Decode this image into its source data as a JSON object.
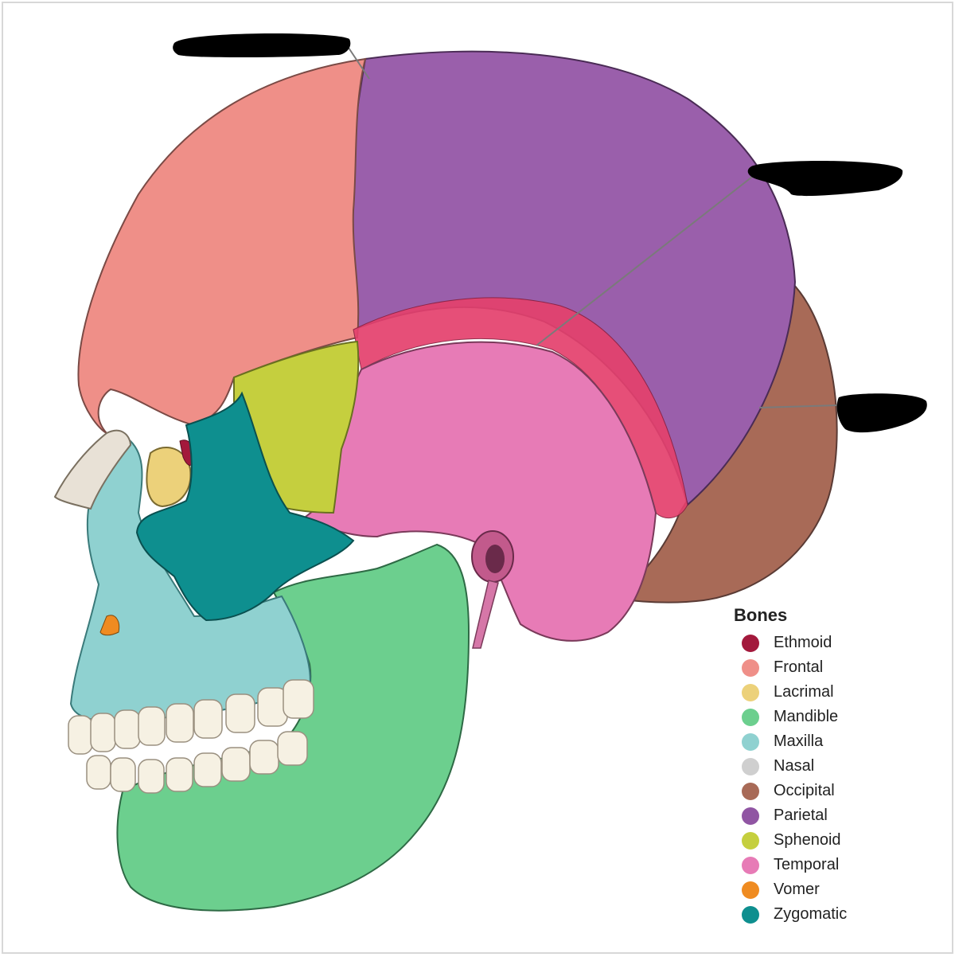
{
  "legend": {
    "title": "Bones",
    "items": [
      {
        "label": "Ethmoid",
        "color": "#a3193c"
      },
      {
        "label": "Frontal",
        "color": "#ef8f88"
      },
      {
        "label": "Lacrimal",
        "color": "#ecd17a"
      },
      {
        "label": "Mandible",
        "color": "#6ccf8e"
      },
      {
        "label": "Maxilla",
        "color": "#8fd1d0"
      },
      {
        "label": "Nasal",
        "color": "#cfcfcf"
      },
      {
        "label": "Occipital",
        "color": "#a86a57"
      },
      {
        "label": "Parietal",
        "color": "#9055a3"
      },
      {
        "label": "Sphenoid",
        "color": "#c5cf3e"
      },
      {
        "label": "Temporal",
        "color": "#e77bb6"
      },
      {
        "label": "Vomer",
        "color": "#ef8b21"
      },
      {
        "label": "Zygomatic",
        "color": "#0e8f8f"
      }
    ]
  },
  "colors": {
    "frontal": "#ef8f88",
    "parietal": "#9a5fab",
    "occipital": "#a86a57",
    "temporal": "#e77bb6",
    "temporal_band": "#e4416d",
    "sphenoid": "#c5cf3e",
    "zygomatic": "#0e8f8f",
    "maxilla": "#8fd1d0",
    "mandible": "#6ccf8e",
    "nasal": "#e8e1d6",
    "lacrimal": "#ecd17a",
    "ethmoid": "#a3193c",
    "vomer": "#ef8b21",
    "teeth": "#f6f1e3",
    "redaction": "#000000"
  }
}
